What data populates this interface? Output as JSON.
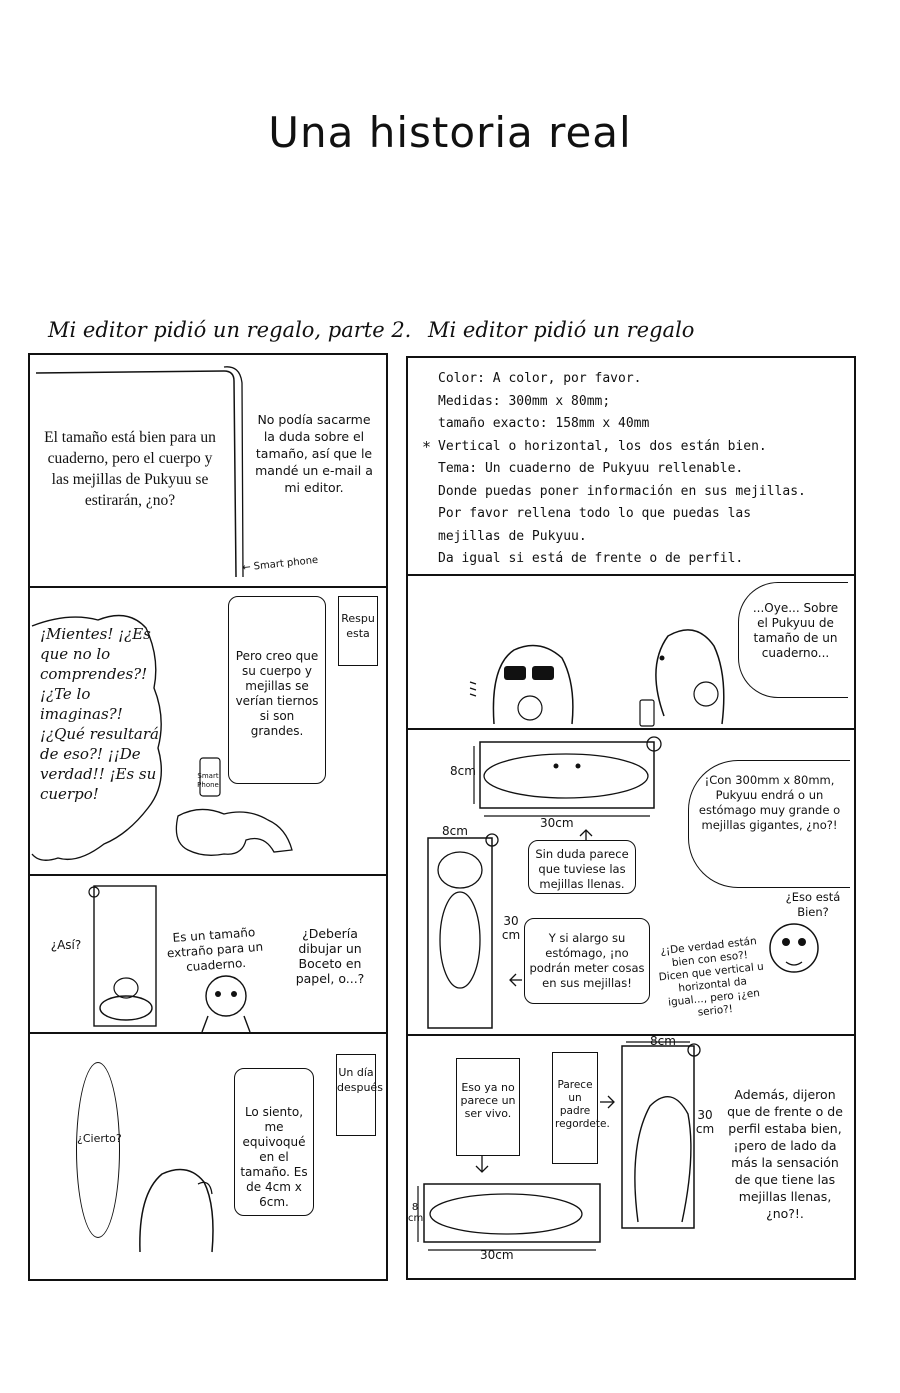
{
  "page": {
    "title": "Una historia real",
    "left_heading": "Mi editor pidió un regalo, parte 2.",
    "right_heading": "Mi editor pidió un regalo"
  },
  "left": {
    "p1": {
      "narration": "El tamaño está bien para un cuaderno, pero el cuerpo y las mejillas de Pukyuu se estirarán, ¿no?",
      "caption": "No podía sacarme la duda sobre el tamaño, así que le mandé un e-mail a mi editor.",
      "phone_label": "← Smart phone"
    },
    "p2": {
      "shout": "¡Mientes! ¡¿Es que no lo comprendes?! ¡¿Te lo imaginas?! ¡¿Qué resultará de eso?! ¡¡De verdad!! ¡Es su cuerpo!",
      "bubble": "Pero creo que su cuerpo y mejillas se verían tiernos si son grandes.",
      "tag": "Respuesta",
      "phone": "Smart Phone"
    },
    "p3": {
      "question": "¿Así?",
      "speech1": "Es un tamaño extraño para un cuaderno.",
      "speech2": "¿Debería dibujar un Boceto en papel, o...?"
    },
    "p4": {
      "oval": "¿Cierto?",
      "bubble": "Lo siento, me equivoqué en el tamaño. Es de 4cm x 6cm.",
      "tag": "Un día después"
    }
  },
  "right": {
    "p1": {
      "lines": [
        "Color: A color, por favor.",
        "Medidas: 300mm x 80mm;",
        "tamaño exacto: 158mm x 40mm",
        "Vertical o horizontal, los dos están bien.",
        "Tema: Un cuaderno de Pukyuu rellenable.",
        "Donde puedas poner información en sus mejillas.",
        "Por favor rellena todo lo que puedas las",
        "mejillas de Pukyuu.",
        "Da igual si está de frente o de perfil."
      ],
      "bullet": "*"
    },
    "p2": {
      "speech": "...Oye... Sobre el Pukyuu de tamaño de un cuaderno..."
    },
    "p3": {
      "dim_h_label": "8cm",
      "dim_w_label": "30cm",
      "dim_top_label": "8cm",
      "dim_side_label": "30 cm",
      "bubble_cheeks": "Sin duda parece que tuviese las mejillas llenas.",
      "bubble_stomach": "Y si alargo su estómago, ¡no podrán meter cosas en sus mejillas!",
      "speech_big": "¡Con 300mm x 80mm, Pukyuu endrá o un estómago muy grande o mejillas gigantes, ¿no?!",
      "speech_ok": "¿Eso está Bien?",
      "speech_serious": "¿¡De verdad están bien con eso?! Dicen que vertical u horizontal da igual..., pero ¡¿en serio?!"
    },
    "p4": {
      "box1": "Eso ya no parece un ser vivo.",
      "box2": "Parece un padre regordete.",
      "dim_top": "8cm",
      "dim_side": "30 cm",
      "dim_left": "8 cm",
      "dim_bottom": "30cm",
      "narration": "Además, dijeron que de frente o de perfil estaba bien, ¡pero de lado da más la sensación de que tiene las mejillas llenas, ¿no?!."
    }
  }
}
